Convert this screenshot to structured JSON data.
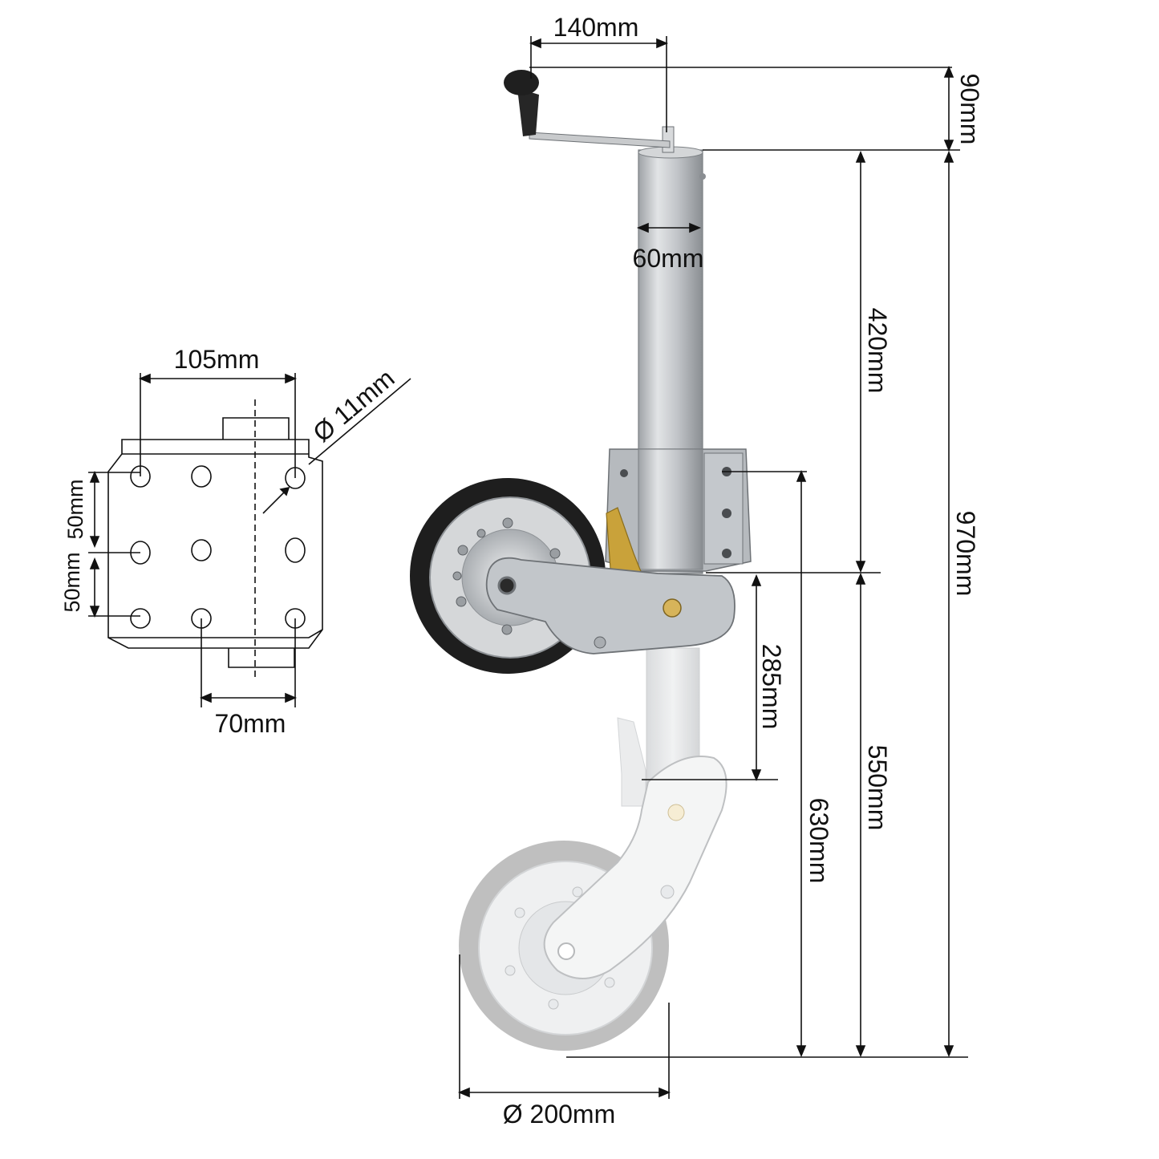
{
  "plate": {
    "width": "105mm",
    "hole_diameter": "Ø 11mm",
    "spacing_upper": "50mm",
    "spacing_lower": "50mm",
    "bottom_spacing": "70mm"
  },
  "jack": {
    "handle_reach": "140mm",
    "handle_height": "90mm",
    "tube_diameter": "60mm",
    "tube_length": "420mm",
    "total_height": "970mm",
    "lower_height": "550mm",
    "clamp_height": "630mm",
    "swing_offset": "285mm",
    "wheel_diameter": "Ø 200mm"
  },
  "colors": {
    "line": "#111111",
    "steel": "#c9ccd0",
    "steel_dark": "#8e9296",
    "tyre": "#1e1e1e",
    "ghost_tyre": "#b0b0b0",
    "brass": "#c9a23a",
    "knob": "#222222"
  }
}
